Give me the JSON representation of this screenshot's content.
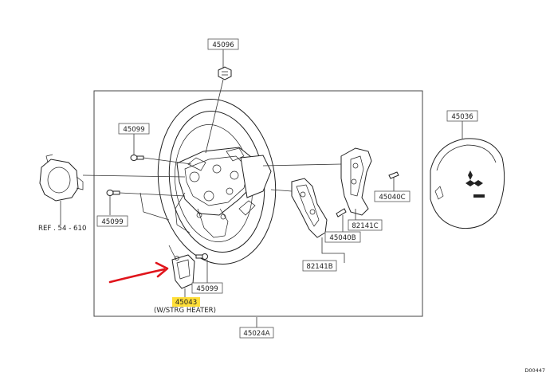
{
  "diagram": {
    "labels": {
      "p45096": "45096",
      "p45099_top": "45099",
      "p45099_left": "45099",
      "p45099_bottom": "45099",
      "p45036": "45036",
      "p45040c": "45040C",
      "p82141c": "82141C",
      "p45040b": "45040B",
      "p82141b": "82141B",
      "p45043": "45043",
      "p45043_note": "(W/STRG HEATER)",
      "p45024a": "45024A",
      "ref": "REF . 54 - 610",
      "drawing_no": "D00447"
    },
    "colors": {
      "highlight": "#ffde38",
      "arrow": "#e0141b",
      "line": "#333333"
    }
  }
}
